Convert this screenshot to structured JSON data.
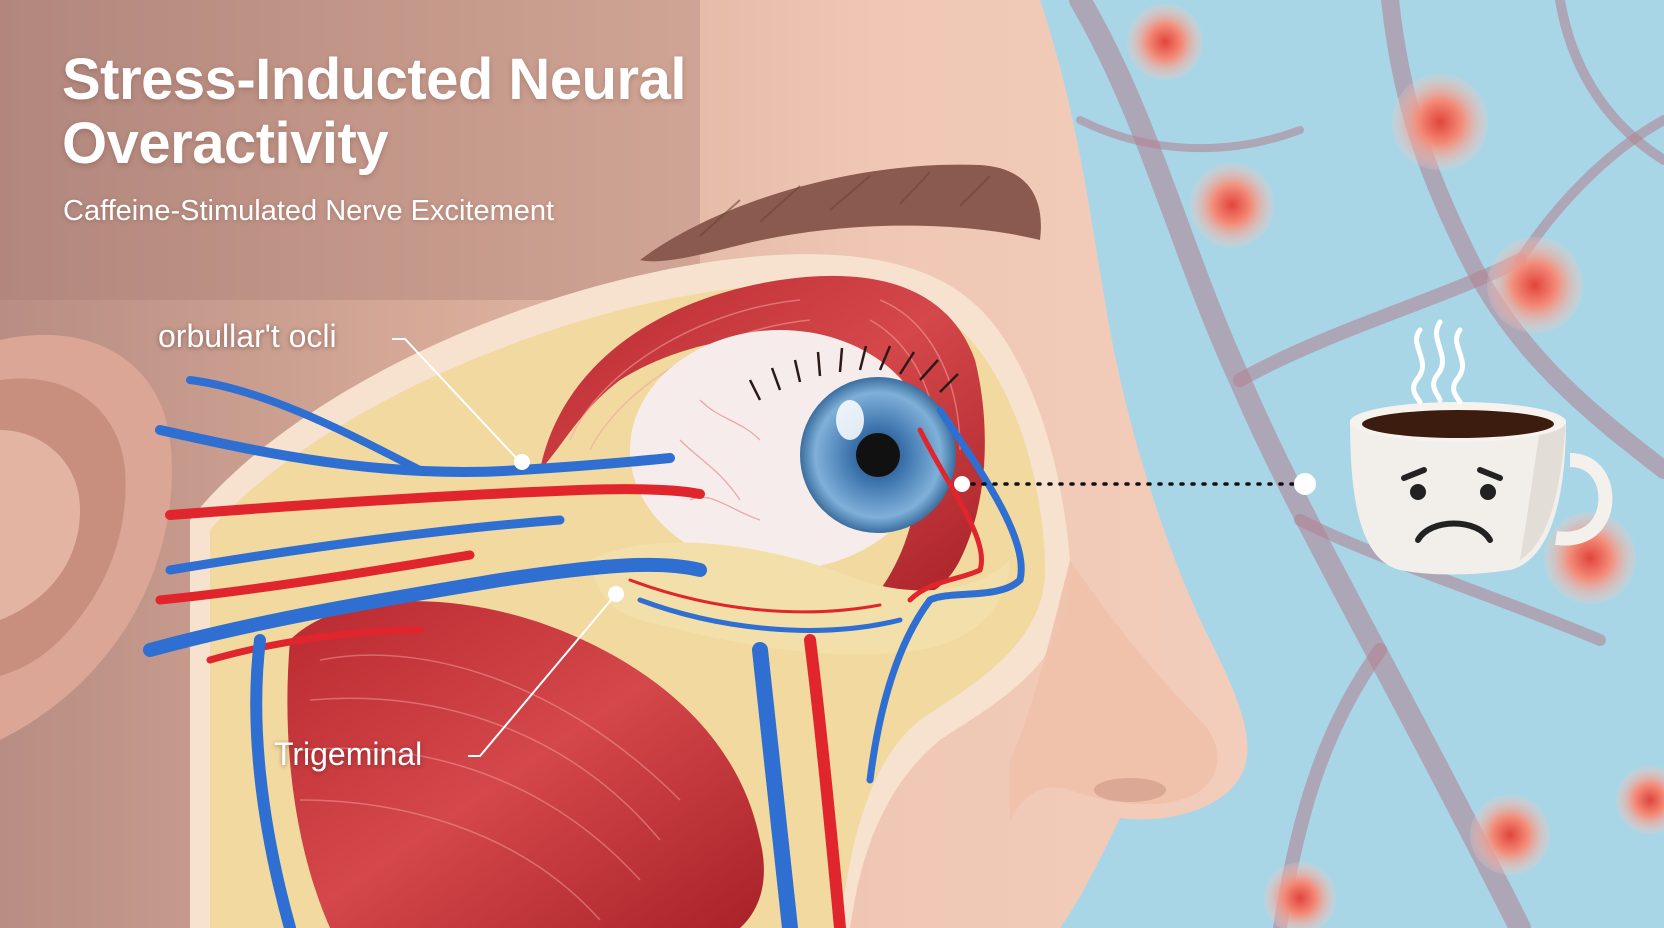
{
  "heading": {
    "title": "Stress-Inducted Neural Overactivity",
    "subtitle": "Caffeine-Stimulated Nerve Excitement"
  },
  "callouts": {
    "orbicularis_label": "orbullar't ocli",
    "trigeminal_label": "Trigeminal"
  },
  "icons": [
    "coffee-cup-icon",
    "sad-face-icon",
    "steam-icon"
  ],
  "colors": {
    "skin": "#e8b9a6",
    "muscle": "#c9353a",
    "vein": "#2f6fd1",
    "artery": "#e0262c",
    "fat": "#f1d9a0",
    "background": "#a9d6e6",
    "neuron": "#f07a6a"
  }
}
